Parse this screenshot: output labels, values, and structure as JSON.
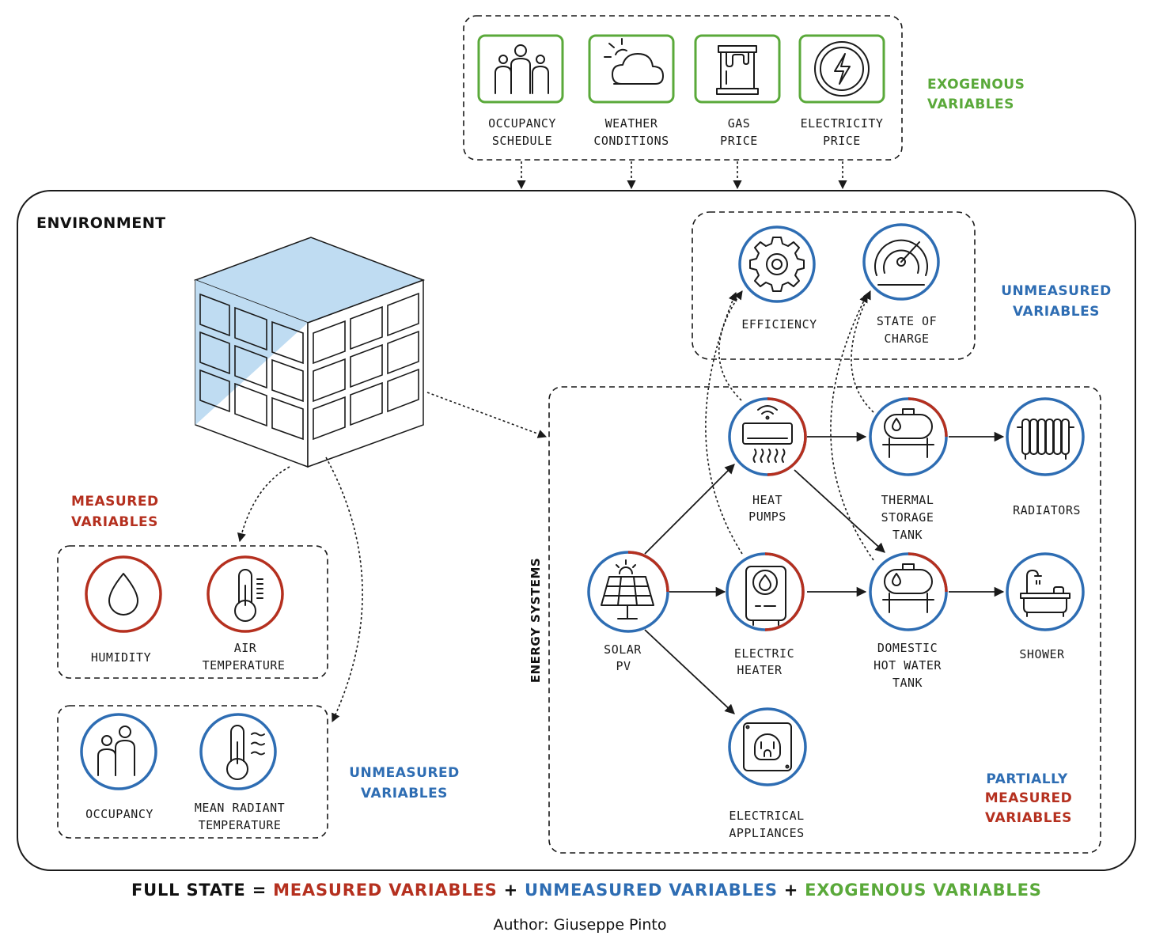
{
  "exogenous": {
    "heading": [
      "EXOGENOUS",
      "VARIABLES"
    ],
    "items": [
      {
        "icon": "occupancy-schedule-icon",
        "label": [
          "OCCUPANCY",
          "SCHEDULE"
        ]
      },
      {
        "icon": "weather-icon",
        "label": [
          "WEATHER",
          "CONDITIONS"
        ]
      },
      {
        "icon": "gas-can-icon",
        "label": [
          "GAS",
          "PRICE"
        ]
      },
      {
        "icon": "electricity-icon",
        "label": [
          "ELECTRICITY",
          "PRICE"
        ]
      }
    ]
  },
  "environment": {
    "title": "ENVIRONMENT"
  },
  "measured": {
    "heading": [
      "MEASURED",
      "VARIABLES"
    ],
    "items": [
      {
        "icon": "droplet-icon",
        "label": [
          "HUMIDITY"
        ]
      },
      {
        "icon": "thermometer-icon",
        "label": [
          "AIR",
          "TEMPERATURE"
        ]
      }
    ]
  },
  "unmeasured_env": {
    "heading": [
      "UNMEASURED",
      "VARIABLES"
    ],
    "items": [
      {
        "icon": "occupants-icon",
        "label": [
          "OCCUPANCY"
        ]
      },
      {
        "icon": "radiant-thermometer-icon",
        "label": [
          "MEAN RADIANT",
          "TEMPERATURE"
        ]
      }
    ]
  },
  "unmeasured_sys": {
    "heading": [
      "UNMEASURED",
      "VARIABLES"
    ],
    "items": [
      {
        "icon": "gear-icon",
        "label": [
          "EFFICIENCY"
        ]
      },
      {
        "icon": "gauge-icon",
        "label": [
          "STATE OF",
          "CHARGE"
        ]
      }
    ]
  },
  "energy": {
    "title": "ENERGY SYSTEMS",
    "heading_partially": "PARTIALLY",
    "heading_measured": [
      "MEASURED",
      "VARIABLES"
    ],
    "nodes": {
      "solar": [
        "SOLAR",
        "PV"
      ],
      "heat_pumps": [
        "HEAT",
        "PUMPS"
      ],
      "electric_heater": [
        "ELECTRIC",
        "HEATER"
      ],
      "thermal_tank": [
        "THERMAL",
        "STORAGE",
        "TANK"
      ],
      "dhw_tank": [
        "DOMESTIC",
        "HOT WATER",
        "TANK"
      ],
      "radiators": [
        "RADIATORS"
      ],
      "shower": [
        "SHOWER"
      ],
      "appliances": [
        "ELECTRICAL",
        "APPLIANCES"
      ]
    }
  },
  "equation": {
    "full_state": "FULL STATE =",
    "measured": "MEASURED VARIABLES",
    "plus1": "+",
    "unmeasured": "UNMEASURED VARIABLES",
    "plus2": "+",
    "exogenous": "EXOGENOUS VARIABLES"
  },
  "author": "Author: Giuseppe Pinto",
  "colors": {
    "measured": "#b5301f",
    "unmeasured": "#2e6db3",
    "exogenous": "#5aa93a"
  }
}
